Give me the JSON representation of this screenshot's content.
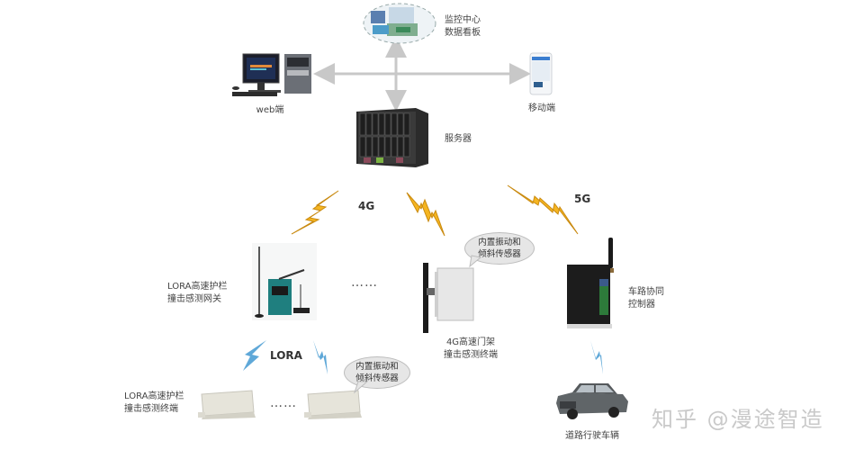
{
  "diagram": {
    "title": "Highway guardrail collision sensing system architecture",
    "nodes": {
      "monitor_center": {
        "label_line1": "监控中心",
        "label_line2": "数据看板"
      },
      "web_client": {
        "label": "web端"
      },
      "mobile_client": {
        "label": "移动端"
      },
      "server": {
        "label": "服务器"
      },
      "lora_gateway": {
        "label_line1": "LORA高速护栏",
        "label_line2": "撞击感测网关"
      },
      "gantry_terminal": {
        "label_line1": "4G高速门架",
        "label_line2": "撞击感测终端"
      },
      "v2x_controller": {
        "label_line1": "车路协同",
        "label_line2": "控制器"
      },
      "lora_terminal": {
        "label_line1": "LORA高速护栏",
        "label_line2": "撞击感测终端"
      },
      "vehicle": {
        "label": "道路行驶车辆"
      }
    },
    "links": {
      "4g": "4G",
      "5g": "5G",
      "lora": "LORA"
    },
    "bubbles": {
      "gantry_sensor": {
        "line1": "内置振动和",
        "line2": "倾斜传感器"
      },
      "lora_sensor": {
        "line1": "内置振动和",
        "line2": "倾斜传感器"
      }
    },
    "ellipsis": "……",
    "colors": {
      "lightning_yellow": "#f5b521",
      "lightning_blue": "#5fa8d8",
      "arrow_gray": "#c8c8c8"
    }
  },
  "watermark": "知乎 @漫途智造"
}
